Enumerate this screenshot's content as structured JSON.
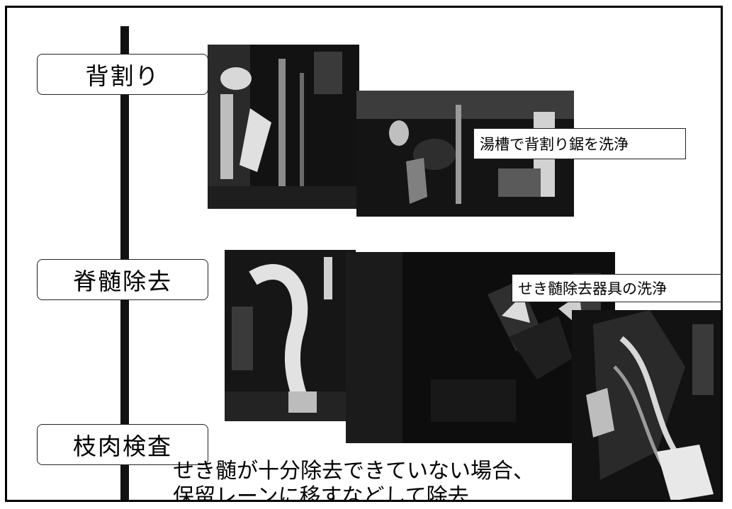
{
  "steps": [
    {
      "label": "背割り"
    },
    {
      "label": "脊髄除去"
    },
    {
      "label": "枝肉検査"
    }
  ],
  "callouts": {
    "saw_wash": "湯槽で背割り鋸を洗浄",
    "tool_wash": "せき髄除去器具の洗浄"
  },
  "note": {
    "line1": "せき髄が十分除去できていない場合、",
    "line2": "保留レーンに移すなどして除去"
  },
  "colors": {
    "border": "#000000",
    "timeline": "#111111",
    "photo_dark": "#0a0a0a",
    "photo_light": "#e6e6e6"
  }
}
